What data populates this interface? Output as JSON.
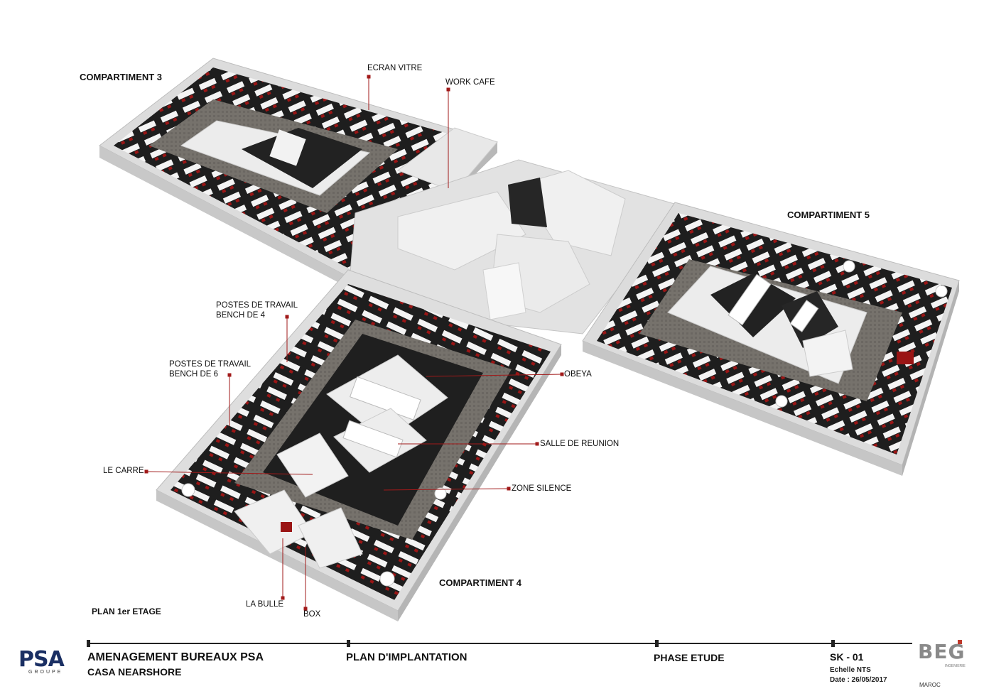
{
  "labels": {
    "compartiment_3": "COMPARTIMENT 3",
    "compartiment_4": "COMPARTIMENT 4",
    "compartiment_5": "COMPARTIMENT 5",
    "ecran_vitre": "ECRAN VITRE",
    "work_cafe": "WORK CAFE",
    "postes_bench4_l1": "POSTES DE TRAVAIL",
    "postes_bench4_l2": "BENCH DE 4",
    "postes_bench6_l1": "POSTES DE TRAVAIL",
    "postes_bench6_l2": "BENCH DE 6",
    "le_carre": "LE CARRE",
    "obeya": "OBEYA",
    "salle_reunion": "SALLE DE REUNION",
    "zone_silence": "ZONE SILENCE",
    "la_bulle": "LA BULLE",
    "box": "BOX",
    "plan_etage": "PLAN 1er ETAGE"
  },
  "title_block": {
    "logo_psa": "PSA",
    "logo_psa_sub": "GROUPE",
    "project_line1": "AMENAGEMENT BUREAUX PSA",
    "project_line2": "CASA NEARSHORE",
    "drawing_title": "PLAN D'IMPLANTATION",
    "phase": "PHASE ETUDE",
    "sheet": "SK - 01",
    "scale": "Echelle  NTS",
    "date": "Date : 26/05/2017",
    "logo_beg": "BEG",
    "logo_beg_sub": "INGENIERIE",
    "logo_beg_country": "MAROC"
  },
  "colors": {
    "floor_dark": "#1c1c1c",
    "corridor": "#7a7670",
    "walls": "#eeeeee",
    "accent_red": "#b01818",
    "psa_blue": "#1a2f63"
  }
}
